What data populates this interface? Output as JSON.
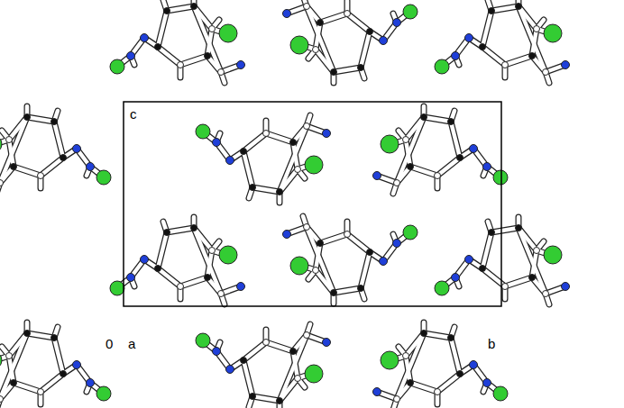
{
  "diagram": {
    "labels": [
      "c",
      "0",
      "a",
      "b"
    ]
  }
}
